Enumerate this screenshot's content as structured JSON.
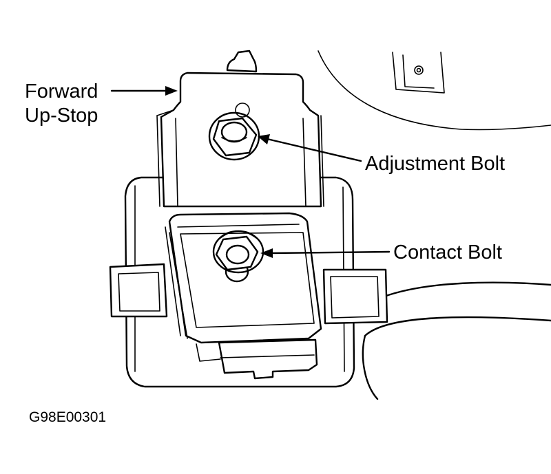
{
  "labels": {
    "forward": "Forward",
    "upstop": "Up-Stop",
    "adjustment_bolt": "Adjustment Bolt",
    "contact_bolt": "Contact Bolt",
    "figure_code": "G98E00301"
  },
  "colors": {
    "ink": "#000000",
    "paper": "#ffffff"
  }
}
